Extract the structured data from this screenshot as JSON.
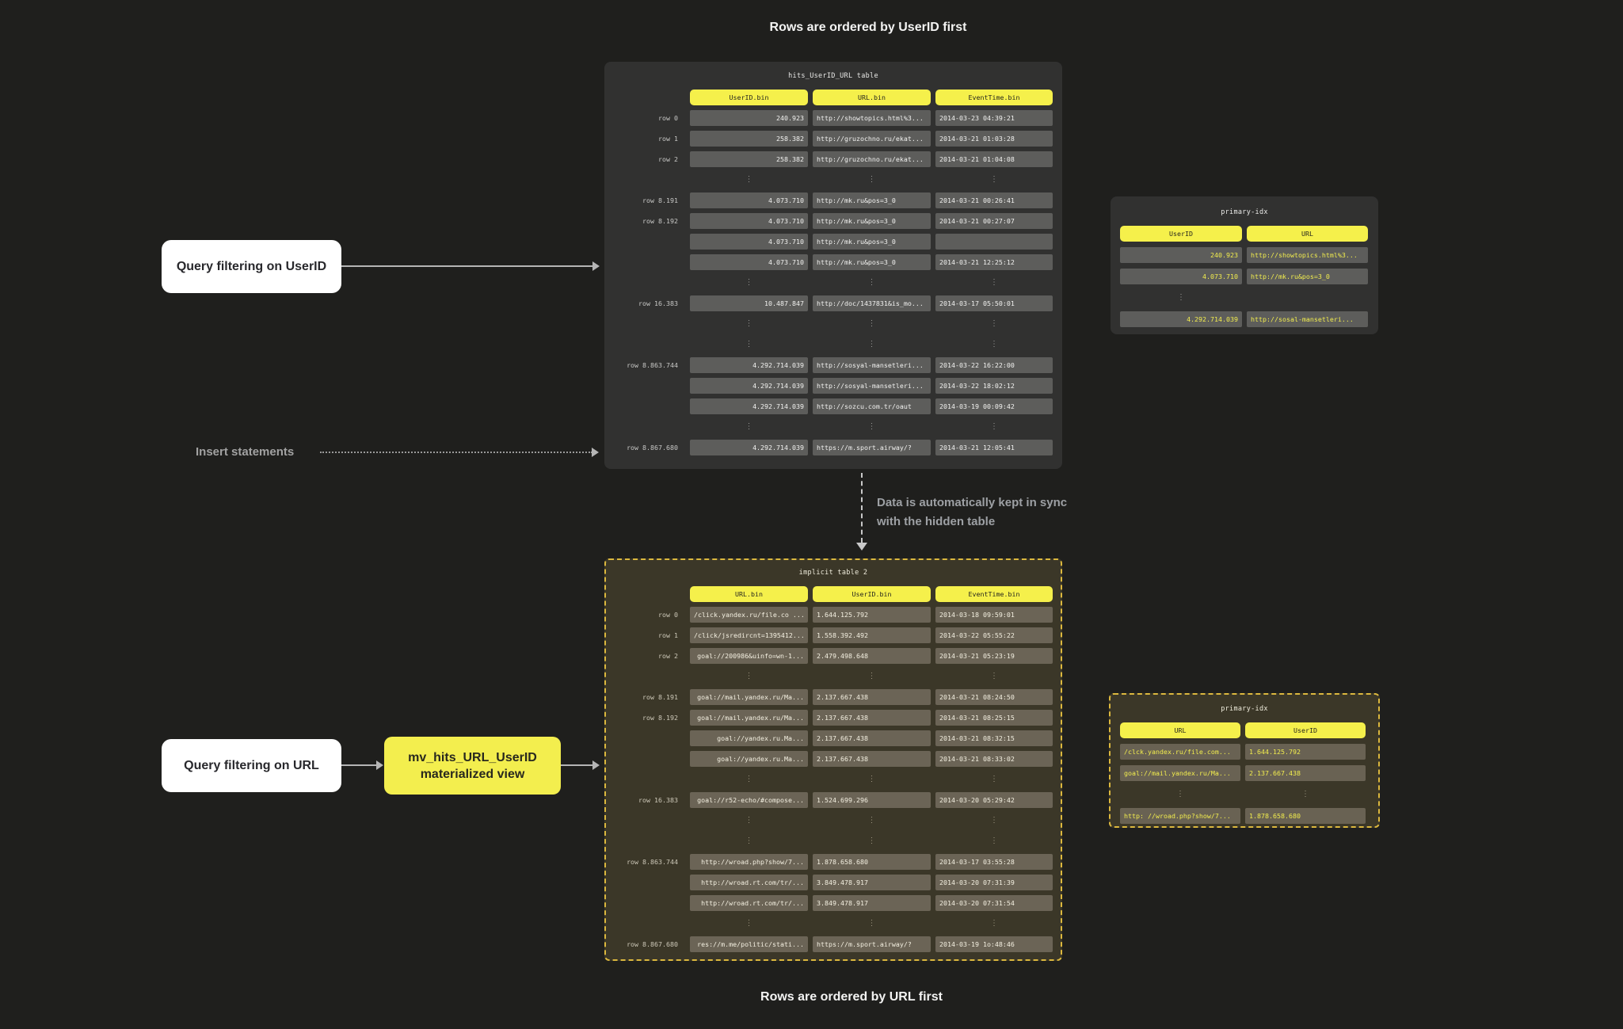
{
  "captions": {
    "top": "Rows are ordered by UserID first",
    "bottom": "Rows are ordered by URL first"
  },
  "annotations": {
    "query_userid": "Query filtering on UserID",
    "insert_statements": "Insert statements",
    "sync_line1": "Data is automatically kept in sync",
    "sync_line2": "with the hidden table",
    "query_url": "Query filtering on URL",
    "mv_line1": "mv_hits_URL_UserID",
    "mv_line2": "materialized view"
  },
  "colors": {
    "page_bg": "#1f1f1d",
    "panel_dark": "#313130",
    "panel_olive": "#3b3728",
    "cell_dark": "#5d5d5b",
    "cell_olive": "#6b6456",
    "accent_yellow": "#f5f04b",
    "index_text_yellow": "#f2ed4e",
    "dashed_border": "#dcb83e",
    "note_box_white": "#ffffff"
  },
  "tables": {
    "hits_table": {
      "title": "hits_UserID_URL table",
      "columns": [
        "UserID.bin",
        "URL.bin",
        "EventTime.bin"
      ],
      "rows": [
        {
          "label": "row 0",
          "cells": [
            "240.923",
            "http://showtopics.html%3...",
            "2014-03-23 04:39:21"
          ]
        },
        {
          "label": "row 1",
          "cells": [
            "258.382",
            "http://gruzochno.ru/ekat...",
            "2014-03-21 01:03:28"
          ]
        },
        {
          "label": "row 2",
          "cells": [
            "258.382",
            "http://gruzochno.ru/ekat...",
            "2014-03-21 01:04:08"
          ]
        },
        {
          "dots": [
            true,
            true,
            true
          ]
        },
        {
          "label": "row 8.191",
          "cells": [
            "4.073.710",
            "http://mk.ru&pos=3_0",
            "2014-03-21 00:26:41"
          ]
        },
        {
          "label": "row 8.192",
          "cells": [
            "4.073.710",
            "http://mk.ru&pos=3_0",
            "2014-03-21 00:27:07"
          ]
        },
        {
          "label": "",
          "cells": [
            "4.073.710",
            "http://mk.ru&pos=3_0",
            ""
          ]
        },
        {
          "label": "",
          "cells": [
            "4.073.710",
            "http://mk.ru&pos=3_0",
            "2014-03-21 12:25:12"
          ]
        },
        {
          "dots": [
            true,
            true,
            true
          ]
        },
        {
          "label": "row 16.383",
          "cells": [
            "10.487.847",
            "http://doc/1437831&is_mo...",
            "2014-03-17 05:50:01"
          ]
        },
        {
          "dots": [
            true,
            true,
            true
          ]
        },
        {
          "dots": [
            true,
            true,
            true
          ]
        },
        {
          "label": "row 8.863.744",
          "cells": [
            "4.292.714.039",
            "http://sosyal-mansetleri...",
            "2014-03-22 16:22:00"
          ]
        },
        {
          "label": "",
          "cells": [
            "4.292.714.039",
            "http://sosyal-mansetleri...",
            "2014-03-22 18:02:12"
          ]
        },
        {
          "label": "",
          "cells": [
            "4.292.714.039",
            "http://sozcu.com.tr/oaut",
            "2014-03-19 00:09:42"
          ]
        },
        {
          "dots": [
            true,
            true,
            true
          ]
        },
        {
          "label": "row 8.867.680",
          "cells": [
            "4.292.714.039",
            "https://m.sport.airway/?",
            "2014-03-21 12:05:41"
          ]
        }
      ]
    },
    "hits_index": {
      "title": "primary-idx",
      "columns": [
        "UserID",
        "URL"
      ],
      "rows": [
        {
          "cells": [
            "240.923",
            "http://showtopics.html%3..."
          ]
        },
        {
          "cells": [
            "4.073.710",
            "http://mk.ru&pos=3_0"
          ]
        },
        {
          "dots": [
            true,
            false
          ]
        },
        {
          "cells": [
            "4.292.714.039",
            "http://sosal-mansetleri..."
          ]
        }
      ]
    },
    "implicit_table": {
      "title": "implicit table 2",
      "columns": [
        "URL.bin",
        "UserID.bin",
        "EventTime.bin"
      ],
      "rows": [
        {
          "label": "row 0",
          "cells": [
            "/click.yandex.ru/file.co ...",
            "1.644.125.792",
            "2014-03-18 09:59:01"
          ]
        },
        {
          "label": "row 1",
          "cells": [
            "/click/jsredircnt=1395412...",
            "1.558.392.492",
            "2014-03-22 05:55:22"
          ]
        },
        {
          "label": "row 2",
          "cells": [
            "goal://200986&uinfo=wn-1...",
            "2.479.498.648",
            "2014-03-21 05:23:19"
          ]
        },
        {
          "dots": [
            true,
            true,
            true
          ]
        },
        {
          "label": "row 8.191",
          "cells": [
            "goal://mail.yandex.ru/Ma...",
            "2.137.667.438",
            "2014-03-21 08:24:50"
          ]
        },
        {
          "label": "row 8.192",
          "cells": [
            "goal://mail.yandex.ru/Ma...",
            "2.137.667.438",
            "2014-03-21 08:25:15"
          ]
        },
        {
          "label": "",
          "cells": [
            "goal://yandex.ru.Ma...",
            "2.137.667.438",
            "2014-03-21 08:32:15"
          ]
        },
        {
          "label": "",
          "cells": [
            "goal://yandex.ru.Ma...",
            "2.137.667.438",
            "2014-03-21 08:33:02"
          ]
        },
        {
          "dots": [
            true,
            true,
            true
          ]
        },
        {
          "label": "row 16.383",
          "cells": [
            "goal://r52-echo/#compose...",
            "1.524.699.296",
            "2014-03-20 05:29:42"
          ]
        },
        {
          "dots": [
            true,
            true,
            true
          ]
        },
        {
          "dots": [
            true,
            true,
            true
          ]
        },
        {
          "label": "row 8.863.744",
          "cells": [
            "http://wroad.php?show/7...",
            "1.878.658.680",
            "2014-03-17 03:55:28"
          ]
        },
        {
          "label": "",
          "cells": [
            "http://wroad.rt.com/tr/...",
            "3.849.478.917",
            "2014-03-20 07:31:39"
          ]
        },
        {
          "label": "",
          "cells": [
            "http://wroad.rt.com/tr/...",
            "3.849.478.917",
            "2014-03-20 07:31:54"
          ]
        },
        {
          "dots": [
            true,
            true,
            true
          ]
        },
        {
          "label": "row 8.867.680",
          "cells": [
            "res://m.me/politic/stati...",
            "https://m.sport.airway/?",
            "2014-03-19 1o:48:46"
          ]
        }
      ]
    },
    "implicit_index": {
      "title": "primary-idx",
      "columns": [
        "URL",
        "UserID"
      ],
      "rows": [
        {
          "cells": [
            "/clck.yandex.ru/file.com...",
            "1.644.125.792"
          ]
        },
        {
          "cells": [
            "goal://mail.yandex.ru/Ma...",
            "2.137.667.438"
          ]
        },
        {
          "dots": [
            true,
            true
          ]
        },
        {
          "cells": [
            "http: //wroad.php?show/7...",
            "1.878.658.680"
          ]
        }
      ]
    }
  }
}
